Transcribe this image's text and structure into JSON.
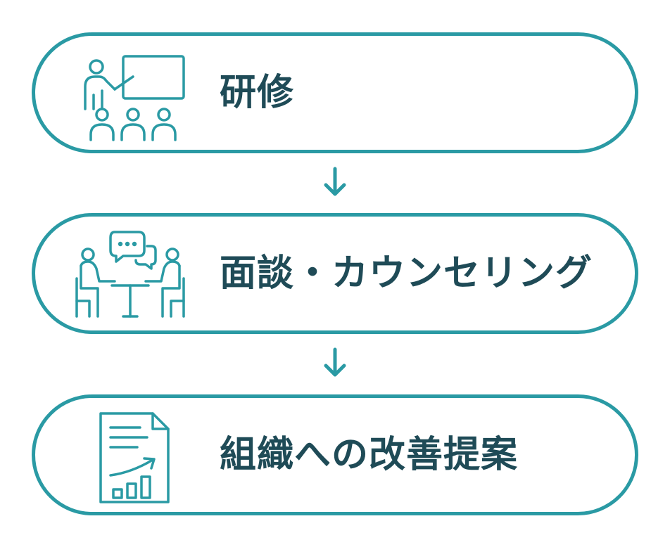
{
  "theme": {
    "accent": "#2a9aa4",
    "text": "#1f4b57"
  },
  "steps": [
    {
      "label": "研修",
      "icon": "presentation-icon"
    },
    {
      "label": "面談・カウンセリング",
      "icon": "counseling-icon"
    },
    {
      "label": "組織への改善提案",
      "icon": "report-chart-icon"
    }
  ],
  "arrows": [
    {
      "icon": "arrow-down-icon"
    },
    {
      "icon": "arrow-down-icon"
    }
  ]
}
